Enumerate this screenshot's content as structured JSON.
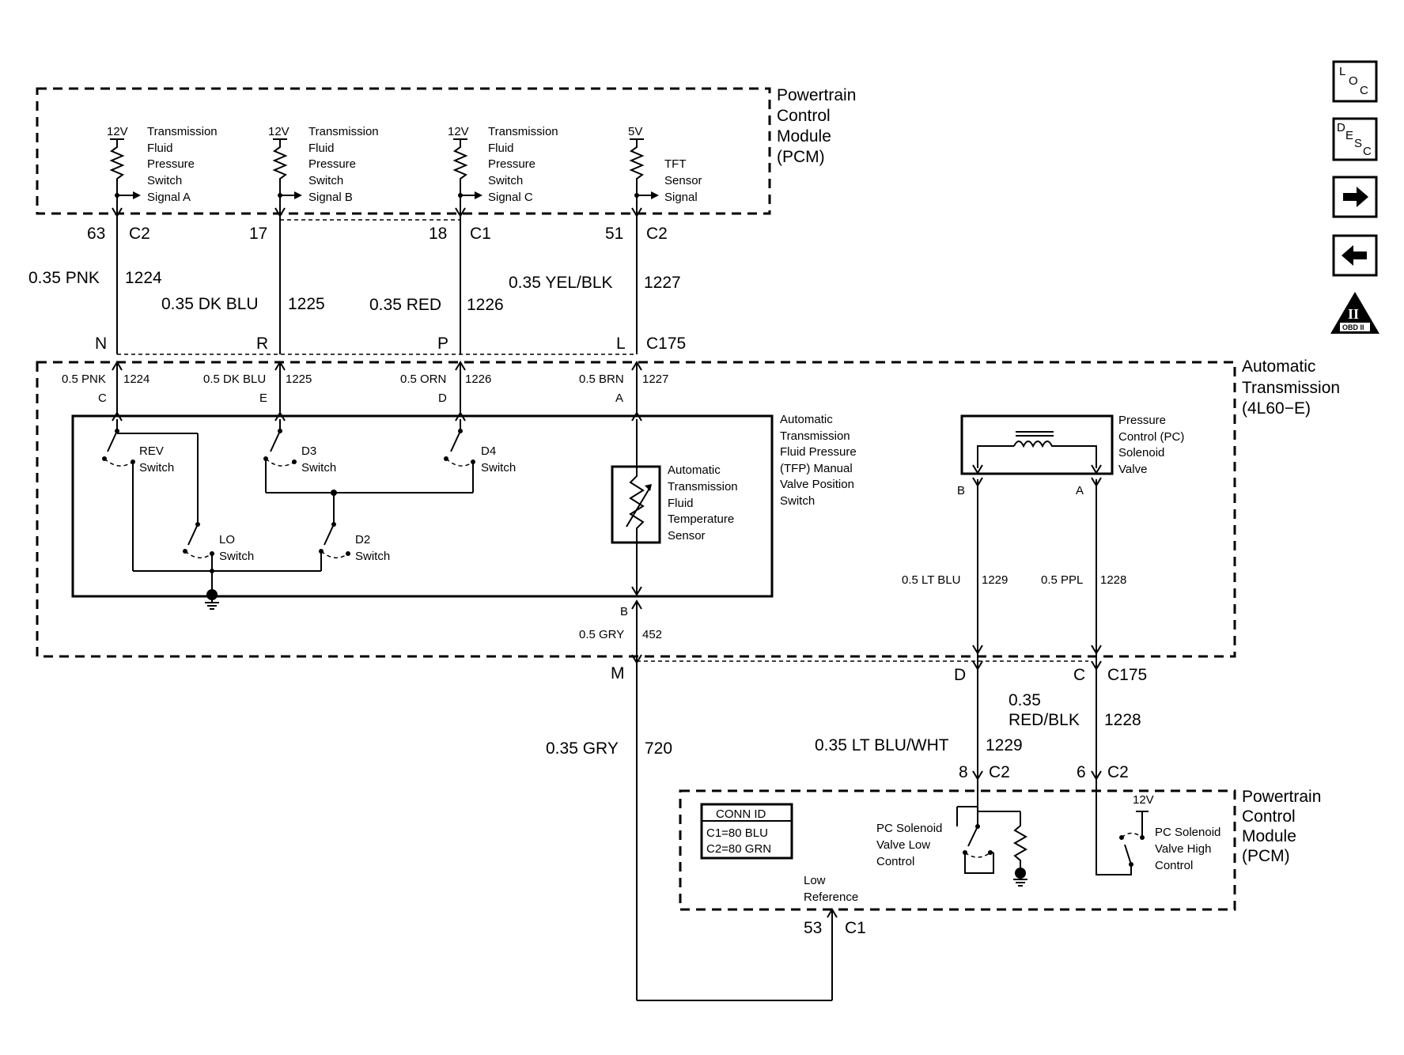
{
  "pcm_top": {
    "title": [
      "Powertrain",
      "Control",
      "Module",
      "(PCM)"
    ],
    "inputs": [
      {
        "voltage": "12V",
        "label": [
          "Transmission",
          "Fluid",
          "Pressure",
          "Switch",
          "Signal A"
        ],
        "pin": "63",
        "conn": "C2",
        "wire": "0.35 PNK",
        "circuit": "1224",
        "c175_pin": "N"
      },
      {
        "voltage": "12V",
        "label": [
          "Transmission",
          "Fluid",
          "Pressure",
          "Switch",
          "Signal B"
        ],
        "pin": "17",
        "conn": "",
        "wire": "0.35 DK BLU",
        "circuit": "1225",
        "c175_pin": "R"
      },
      {
        "voltage": "12V",
        "label": [
          "Transmission",
          "Fluid",
          "Pressure",
          "Switch",
          "Signal C"
        ],
        "pin": "18",
        "conn": "C1",
        "wire": "0.35 RED",
        "circuit": "1226",
        "c175_pin": "P"
      },
      {
        "voltage": "5V",
        "label": [
          "TFT",
          "Sensor",
          "Signal"
        ],
        "pin": "51",
        "conn": "C2",
        "wire": "0.35 YEL/BLK",
        "circuit": "1227",
        "c175_pin": "L"
      }
    ],
    "c175": "C175"
  },
  "transmission": {
    "title": [
      "Automatic",
      "Transmission",
      "(4L60−E)"
    ],
    "wires": [
      {
        "wire": "0.5 PNK",
        "circuit": "1224",
        "pin": "C"
      },
      {
        "wire": "0.5 DK BLU",
        "circuit": "1225",
        "pin": "E"
      },
      {
        "wire": "0.5 ORN",
        "circuit": "1226",
        "pin": "D"
      },
      {
        "wire": "0.5 BRN",
        "circuit": "1227",
        "pin": "A"
      }
    ],
    "tfp_label": [
      "Automatic",
      "Transmission",
      "Fluid Pressure",
      "(TFP) Manual",
      "Valve Position",
      "Switch"
    ],
    "switches": [
      {
        "name": [
          "REV",
          "Switch"
        ]
      },
      {
        "name": [
          "D3",
          "Switch"
        ]
      },
      {
        "name": [
          "D4",
          "Switch"
        ]
      },
      {
        "name": [
          "LO",
          "Switch"
        ]
      },
      {
        "name": [
          "D2",
          "Switch"
        ]
      }
    ],
    "temp_sensor": [
      "Automatic",
      "Transmission",
      "Fluid",
      "Temperature",
      "Sensor"
    ],
    "ground_wire": {
      "pin": "B",
      "wire": "0.5 GRY",
      "circuit": "452"
    },
    "solenoid": {
      "label": [
        "Pressure",
        "Control (PC)",
        "Solenoid",
        "Valve"
      ],
      "pin_b": "B",
      "pin_a": "A",
      "wire_b": "0.5 LT BLU",
      "circuit_b": "1229",
      "wire_a": "0.5 PPL",
      "circuit_a": "1228"
    }
  },
  "lower": {
    "c175_m": "M",
    "c175_d": "D",
    "c175_c": "C",
    "c175": "C175",
    "gry_wire": "0.35 GRY",
    "gry_circuit": "720",
    "ltblu_wire": "0.35 LT BLU/WHT",
    "ltblu_circuit": "1229",
    "redblk_wire_1": "0.35",
    "redblk_wire_2": "RED/BLK",
    "redblk_circuit": "1228",
    "pin8": "8",
    "pin8_conn": "C2",
    "pin6": "6",
    "pin6_conn": "C2",
    "pin53": "53",
    "pin53_conn": "C1"
  },
  "pcm_bottom": {
    "title": [
      "Powertrain",
      "Control",
      "Module",
      "(PCM)"
    ],
    "conn_id": {
      "header": "CONN ID",
      "lines": [
        "C1=80 BLU",
        "C2=80 GRN"
      ]
    },
    "low_ref": [
      "Low",
      "Reference"
    ],
    "pc_low": [
      "PC Solenoid",
      "Valve Low",
      "Control"
    ],
    "pc_high": [
      "PC Solenoid",
      "Valve High",
      "Control"
    ],
    "voltage": "12V"
  },
  "nav": {
    "loc": [
      "L",
      "O",
      "C"
    ],
    "desc": [
      "D",
      "E",
      "S",
      "C"
    ],
    "obd": "OBD II",
    "obd_mark": "II"
  }
}
